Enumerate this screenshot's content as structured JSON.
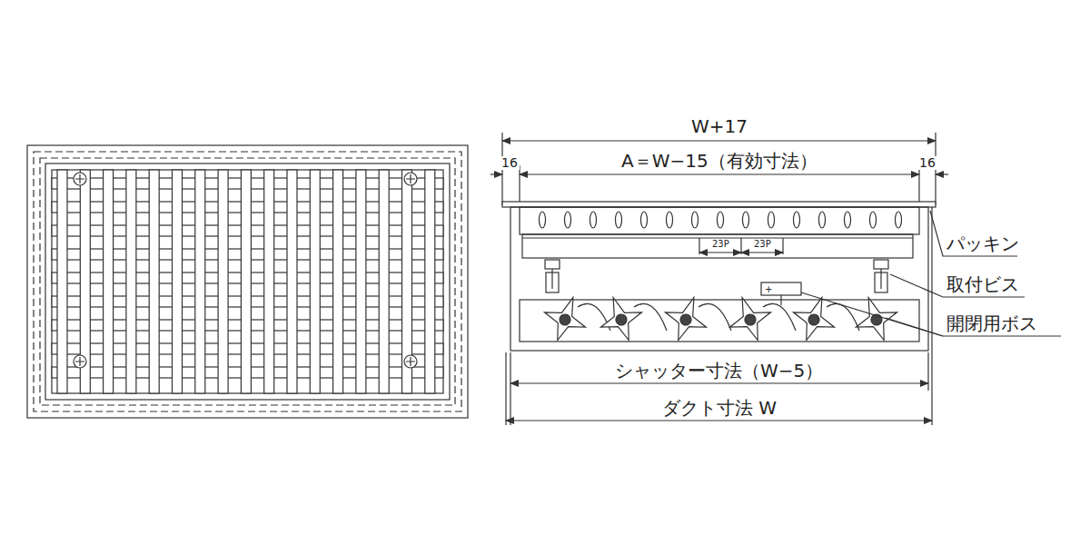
{
  "diagram": {
    "labels": [
      "W+17",
      "16",
      "A＝W−15（有効寸法）",
      "16",
      "23P",
      "23P",
      "+",
      "パッキン",
      "取付ビス",
      "開閉用ボス",
      "シャッター寸法（W−5）",
      "ダクト寸法 W"
    ]
  }
}
